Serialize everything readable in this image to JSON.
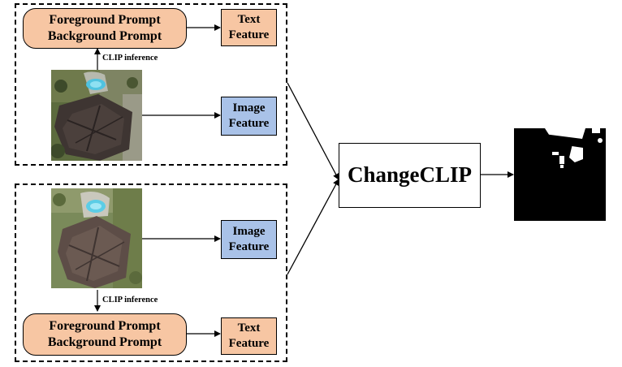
{
  "top": {
    "prompt": {
      "line1": "Foreground Prompt",
      "line2": "Background Prompt"
    },
    "text_feature": {
      "line1": "Text",
      "line2": "Feature"
    },
    "clip_label": "CLIP inference",
    "image_feature": {
      "line1": "Image",
      "line2": "Feature"
    }
  },
  "bottom": {
    "prompt": {
      "line1": "Foreground Prompt",
      "line2": "Background Prompt"
    },
    "text_feature": {
      "line1": "Text",
      "line2": "Feature"
    },
    "clip_label": "CLIP inference",
    "image_feature": {
      "line1": "Image",
      "line2": "Feature"
    }
  },
  "main_box": "ChangeCLIP",
  "colors": {
    "prompt_fill": "#f7c6a3",
    "image_feature_fill": "#a9c2e8",
    "mask_bg": "#000000",
    "mask_fg": "#ffffff"
  }
}
